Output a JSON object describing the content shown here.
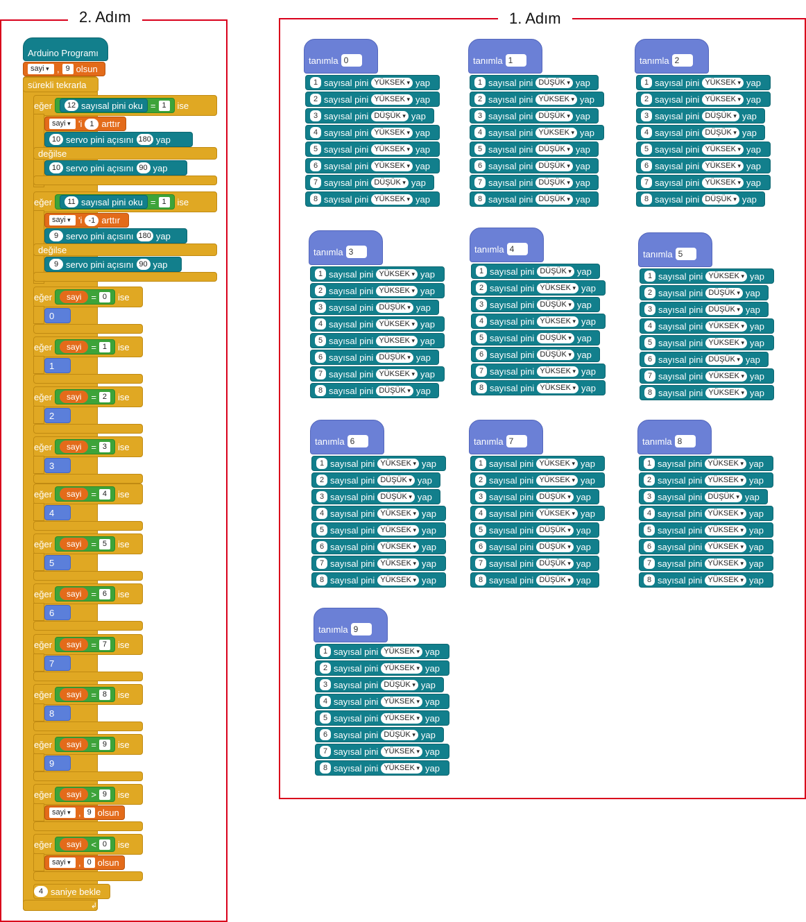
{
  "frames": {
    "left_title": "2. Adım",
    "right_title": "1. Adım"
  },
  "colors": {
    "frame_border": "#d9001b",
    "teal": "#127f8c",
    "gold": "#e0a823",
    "orange": "#e36b1a",
    "green": "#3da33a",
    "purple": "#6b80d6"
  },
  "program": {
    "title": "Arduino Programı",
    "var_name": "sayi",
    "init_value": "9",
    "set_word": "olsun",
    "loop_label": "sürekli tekrarla",
    "if_word": "eğer",
    "then_word": "ise",
    "else_word": "değilse",
    "read_label": "sayısal pini oku",
    "servo_label": "servo pini açısını",
    "yap": "yap",
    "change_suffix": "'i",
    "change_word": "arttır",
    "eq": "=",
    "gt": ">",
    "lt": "<",
    "btn1": {
      "pin": "12",
      "value": "1",
      "inc": "1",
      "servo_pin": "10",
      "angle": "180",
      "else_angle": "90"
    },
    "btn2": {
      "pin": "11",
      "value": "1",
      "inc": "-1",
      "servo_pin": "9",
      "angle": "180",
      "else_angle": "90"
    },
    "cases": [
      "0",
      "1",
      "2",
      "3",
      "4",
      "5",
      "6",
      "7",
      "8",
      "9"
    ],
    "gt_value": "9",
    "gt_set": "9",
    "lt_value": "0",
    "lt_set": "0",
    "wait_value": "4",
    "wait_label": "saniye bekle"
  },
  "define_word": "tanımla",
  "pin_label": "sayısal pini",
  "high": "YÜKSEK",
  "low": "DÜŞÜK",
  "definitions": [
    {
      "name": "0",
      "states": [
        "H",
        "H",
        "L",
        "H",
        "H",
        "H",
        "L",
        "H"
      ]
    },
    {
      "name": "1",
      "states": [
        "L",
        "H",
        "L",
        "H",
        "L",
        "L",
        "L",
        "L"
      ]
    },
    {
      "name": "2",
      "states": [
        "H",
        "H",
        "L",
        "L",
        "H",
        "H",
        "H",
        "L"
      ]
    },
    {
      "name": "3",
      "states": [
        "H",
        "H",
        "L",
        "H",
        "H",
        "L",
        "H",
        "L"
      ]
    },
    {
      "name": "4",
      "states": [
        "L",
        "H",
        "L",
        "H",
        "L",
        "L",
        "H",
        "H"
      ]
    },
    {
      "name": "5",
      "states": [
        "H",
        "L",
        "L",
        "H",
        "H",
        "L",
        "H",
        "H"
      ]
    },
    {
      "name": "6",
      "states": [
        "H",
        "L",
        "L",
        "H",
        "H",
        "H",
        "H",
        "H"
      ]
    },
    {
      "name": "7",
      "states": [
        "H",
        "H",
        "L",
        "H",
        "L",
        "L",
        "L",
        "L"
      ]
    },
    {
      "name": "8",
      "states": [
        "H",
        "H",
        "L",
        "H",
        "H",
        "H",
        "H",
        "H"
      ]
    },
    {
      "name": "9",
      "states": [
        "H",
        "H",
        "L",
        "H",
        "H",
        "L",
        "H",
        "H"
      ]
    }
  ]
}
